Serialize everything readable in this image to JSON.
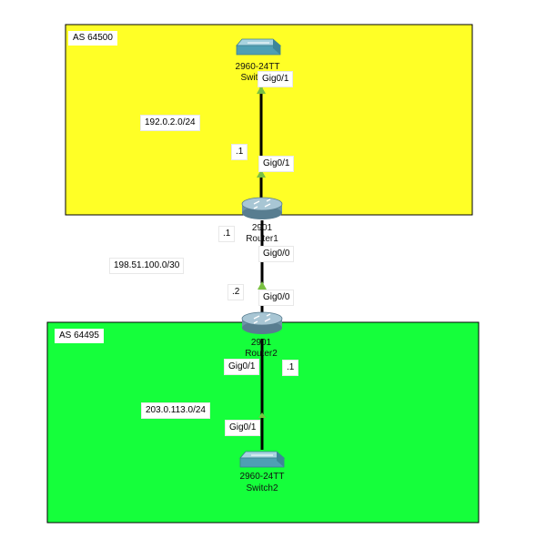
{
  "areas": [
    {
      "name": "AS 64500",
      "color": "#ffff26"
    },
    {
      "name": "AS 64495",
      "color": "#15ff3b"
    }
  ],
  "devices": {
    "switch1": {
      "model": "2960-24TT",
      "name": "Switch1"
    },
    "router1": {
      "model": "2901",
      "name": "Router1"
    },
    "router2": {
      "model": "2901",
      "name": "Router2"
    },
    "switch2": {
      "model": "2960-24TT",
      "name": "Switch2"
    }
  },
  "links": {
    "sw1_r1": {
      "network": "192.0.2.0/24",
      "switch_port": "Gig0/1",
      "router_port": "Gig0/1",
      "router_host": ".1"
    },
    "r1_r2": {
      "network": "198.51.100.0/30",
      "r1_port": "Gig0/0",
      "r1_host": ".1",
      "r2_port": "Gig0/0",
      "r2_host": ".2"
    },
    "r2_sw2": {
      "network": "203.0.113.0/24",
      "router_port": "Gig0/1",
      "router_host": ".1",
      "switch_port": "Gig0/1"
    }
  },
  "colors": {
    "link": "#000000",
    "link_up_arrow": "#7ac142",
    "switch_body": "#4f9fb3",
    "router_body": "#7fa3b5"
  }
}
